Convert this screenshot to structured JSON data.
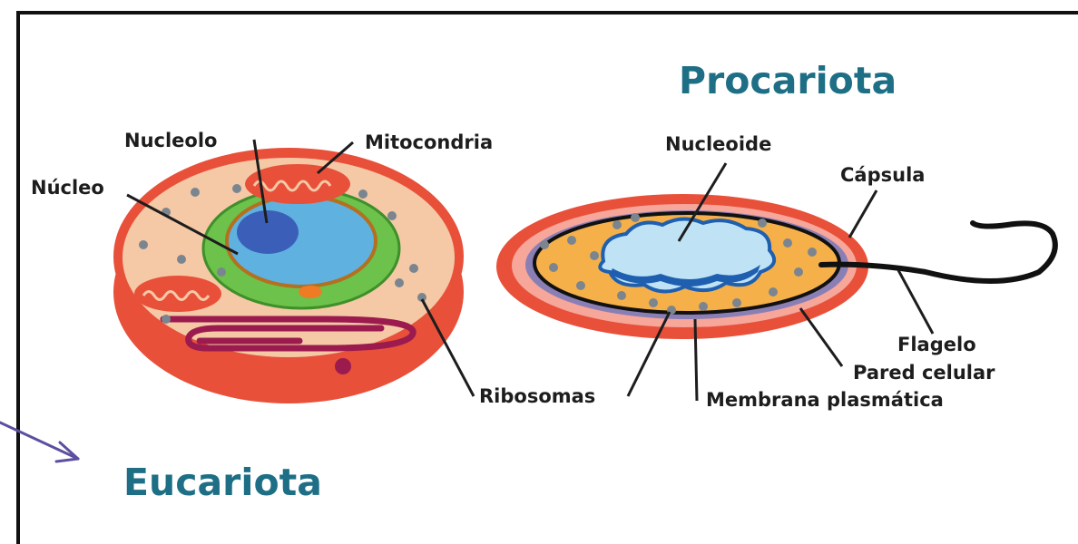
{
  "titles": {
    "prokaryote": "Procariota",
    "eukaryote": "Eucariota"
  },
  "eukaryote_labels": {
    "nucleolus": "Nucleolo",
    "mitochondria": "Mitocondria",
    "nucleus": "Núcleo",
    "ribosomes": "Ribosomas"
  },
  "prokaryote_labels": {
    "nucleoid": "Nucleoide",
    "capsule": "Cápsula",
    "flagellum": "Flagelo",
    "cell_wall": "Pared celular",
    "plasma_membrane": "Membrana plasmática"
  },
  "colors": {
    "title": "#1e6f86",
    "cell_red": "#e8503a",
    "cytoplasm": "#f5c9a6",
    "nucleus_blue": "#5fb1e0",
    "nucleolus_blue": "#3b5fb8",
    "er_green": "#6cc24a",
    "golgi_purple": "#9b1b4f",
    "prokaryote_orange": "#f5b04a",
    "capsule_purple": "#8a7fb5",
    "nucleoid_light": "#bfe2f5",
    "arrow_purple": "#5b4fa0"
  }
}
